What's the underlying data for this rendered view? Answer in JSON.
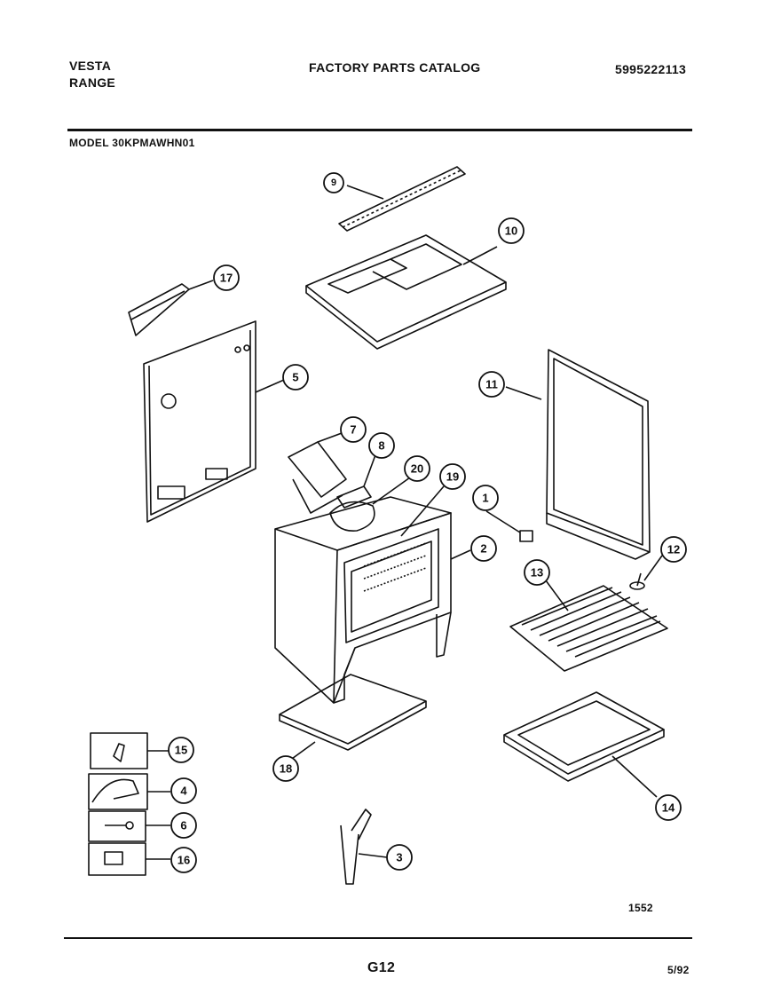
{
  "header": {
    "brand": "VESTA",
    "product": "RANGE",
    "catalog_title": "FACTORY PARTS CATALOG",
    "catalog_number": "5995222113",
    "model_line": "MODEL 30KPMAWHN01"
  },
  "callouts": {
    "c1": "1",
    "c2": "2",
    "c3": "3",
    "c4": "4",
    "c5": "5",
    "c6": "6",
    "c7": "7",
    "c8": "8",
    "c9": "9",
    "c10": "10",
    "c11": "11",
    "c12": "12",
    "c13": "13",
    "c14": "14",
    "c15": "15",
    "c16": "16",
    "c17": "17",
    "c18": "18",
    "c19": "19",
    "c20": "20"
  },
  "footer": {
    "drawing_number": "1552",
    "page": "G12",
    "date": "5/92"
  }
}
